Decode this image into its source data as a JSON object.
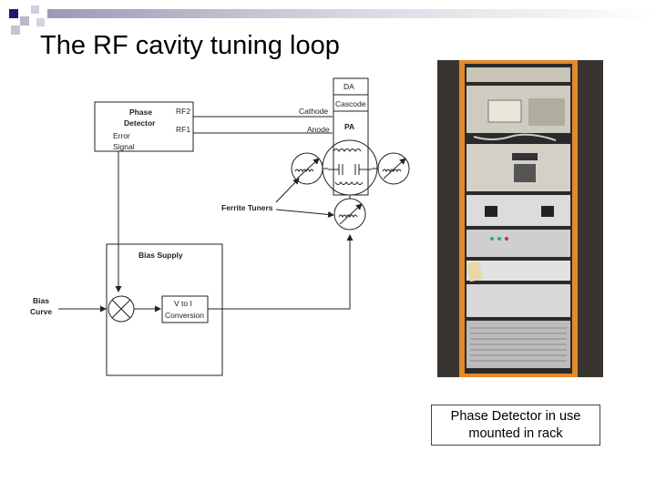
{
  "slide": {
    "title": "The RF cavity tuning loop",
    "caption": {
      "line1": "Phase Detector in use",
      "line2": "mounted in rack"
    }
  },
  "diagram": {
    "phase_detector": {
      "line1": "Phase",
      "line2": "Detector",
      "rf2": "RF2",
      "rf1": "RF1",
      "error1": "Error",
      "error2": "Signal"
    },
    "stack": {
      "da": "DA",
      "cascode": "Cascode",
      "pa": "PA"
    },
    "signals": {
      "cathode": "Cathode",
      "anode": "Anode"
    },
    "ferrite": "Ferrite Tuners",
    "bias_supply": "Bias Supply",
    "bias_curve": {
      "line1": "Bias",
      "line2": "Curve"
    },
    "v_to_i": {
      "line1": "V to I",
      "line2": "Conversion"
    }
  },
  "colors": {
    "corner_navy": "#1a1a6e",
    "corner_light": "#b8b8c8",
    "rack_orange": "#e58a2a"
  }
}
